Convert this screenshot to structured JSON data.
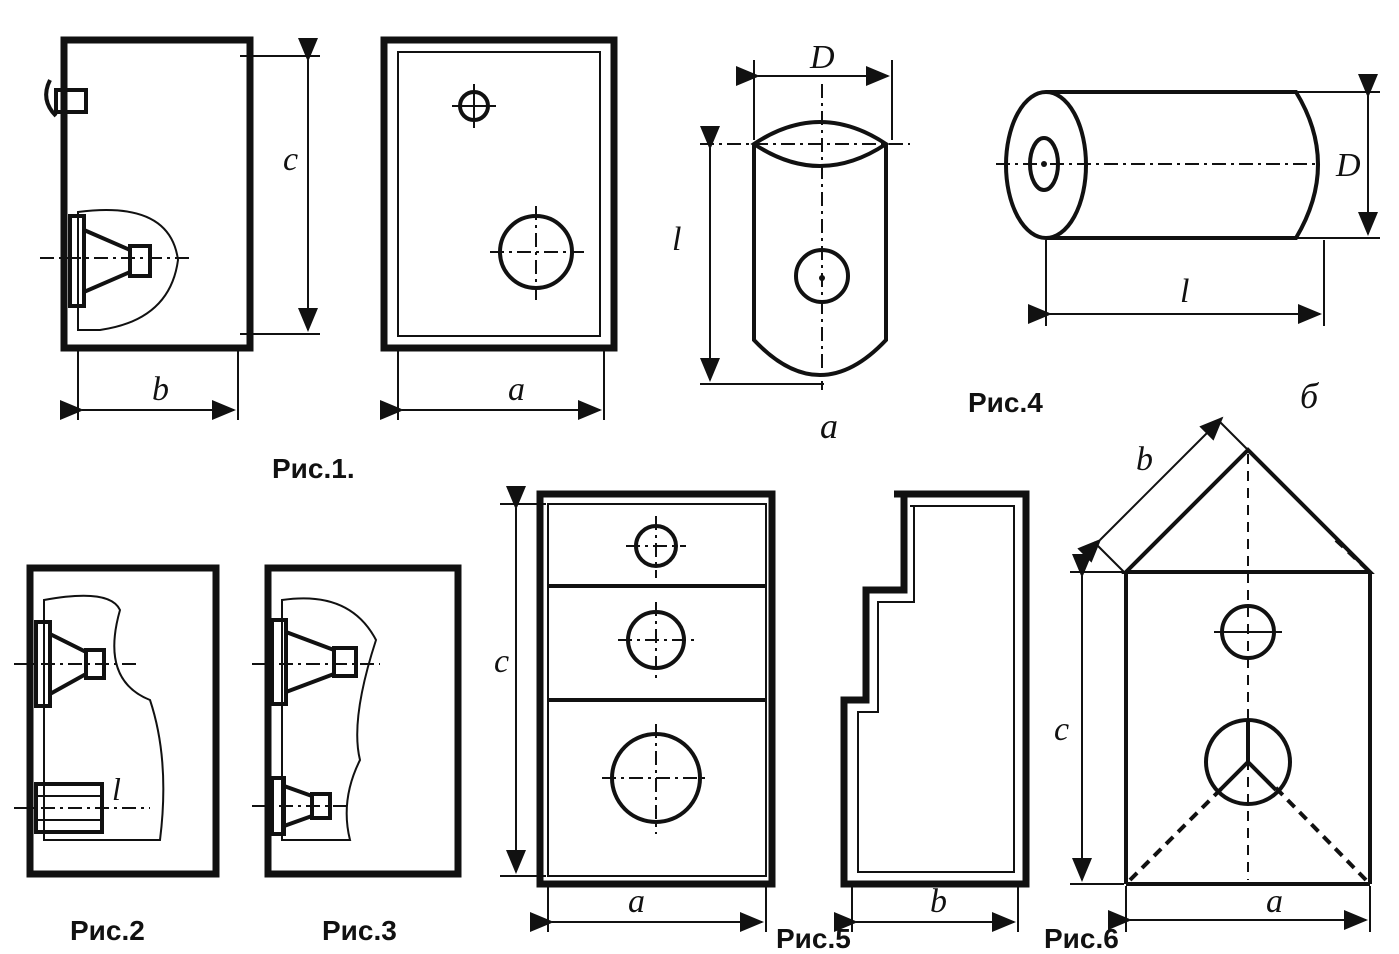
{
  "figures": {
    "fig1": {
      "caption": "Рис.1.",
      "dim_c": "c",
      "dim_b": "b",
      "dim_a": "a"
    },
    "fig2": {
      "caption": "Рис.2",
      "dim_l": "l"
    },
    "fig3": {
      "caption": "Рис.3"
    },
    "fig4": {
      "caption": "Рис.4",
      "dim_D_left": "D",
      "dim_l_left": "l",
      "sub_a": "a",
      "dim_D_right": "D",
      "dim_l_right": "l",
      "sub_b": "б"
    },
    "fig5": {
      "caption": "Рис.5",
      "dim_c": "c",
      "dim_a": "a",
      "dim_b": "b"
    },
    "fig6": {
      "caption": "Рис.6",
      "dim_b": "b",
      "dim_c": "c",
      "dim_a": "a"
    }
  }
}
